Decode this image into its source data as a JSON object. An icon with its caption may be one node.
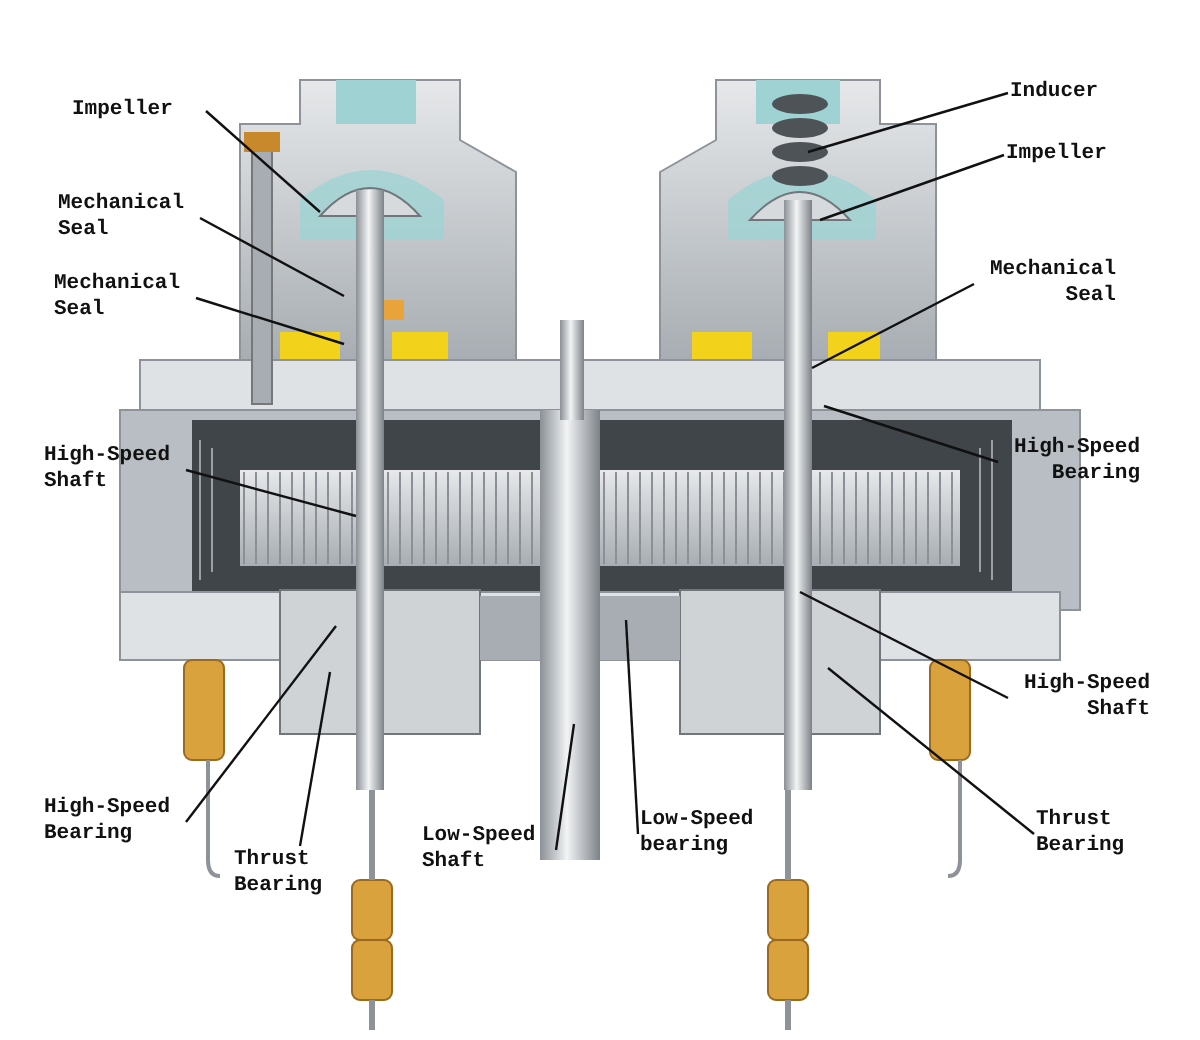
{
  "diagram": {
    "nodes": [
      {
        "text": [
          "Impeller"
        ]
      },
      {
        "text": [
          "Mechanical Seal"
        ]
      },
      {
        "text": [
          "Mechanical Seal"
        ]
      },
      {
        "text": [
          "High-Speed Shaft"
        ]
      },
      {
        "text": [
          "Inducer"
        ]
      },
      {
        "text": [
          "Impeller"
        ]
      },
      {
        "text": [
          "Mechanical Seal"
        ]
      },
      {
        "text": [
          "High-Speed Bearing"
        ]
      },
      {
        "text": [
          "High-Speed Bearing"
        ]
      },
      {
        "text": [
          "Thrust Bearing"
        ]
      },
      {
        "text": [
          "Low-Speed Shaft"
        ]
      },
      {
        "text": [
          "Low-Speed bearing"
        ]
      },
      {
        "text": [
          "High-Speed Shaft"
        ]
      },
      {
        "text": [
          "Thrust Bearing"
        ]
      }
    ],
    "edges": [
      {
        "from": 0,
        "to": null,
        "arrow": "none"
      },
      {
        "from": 1,
        "to": null,
        "arrow": "none"
      },
      {
        "from": 2,
        "to": null,
        "arrow": "none"
      },
      {
        "from": 3,
        "to": null,
        "arrow": "none"
      },
      {
        "from": 4,
        "to": null,
        "arrow": "none"
      },
      {
        "from": 5,
        "to": null,
        "arrow": "none"
      },
      {
        "from": 6,
        "to": null,
        "arrow": "none"
      },
      {
        "from": 7,
        "to": null,
        "arrow": "none"
      },
      {
        "from": 8,
        "to": null,
        "arrow": "none"
      },
      {
        "from": 9,
        "to": null,
        "arrow": "none"
      },
      {
        "from": 10,
        "to": null,
        "arrow": "none"
      },
      {
        "from": 11,
        "to": null,
        "arrow": "none"
      },
      {
        "from": 12,
        "to": null,
        "arrow": "none"
      },
      {
        "from": 13,
        "to": null,
        "arrow": "none"
      }
    ]
  }
}
